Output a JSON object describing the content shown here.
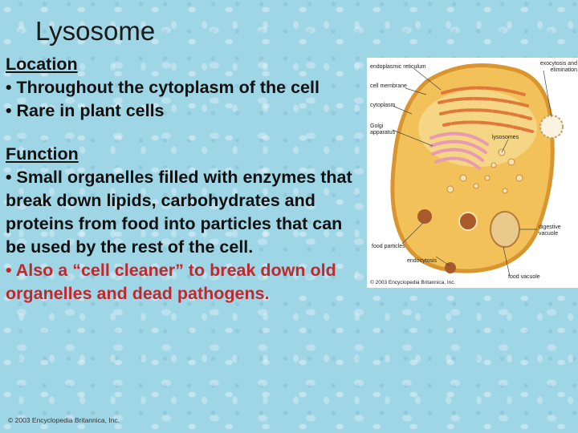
{
  "slide": {
    "title": "Lysosome",
    "location_heading": "Location",
    "location_items": [
      "• Throughout the cytoplasm of the cell",
      "• Rare in plant cells"
    ],
    "function_heading": "Function",
    "function_item": "• Small organelles filled with enzymes that break down lipids, carbohydrates and proteins from food into particles that can be used by the rest of the cell.",
    "function_item_red": "• Also a “cell cleaner” to break down old organelles and dead pathogens.",
    "footer": "© 2003 Encyclopedia Britannica, Inc."
  },
  "figure": {
    "labels": {
      "er": "endoplasmic reticulum",
      "membrane": "cell membrane",
      "cytoplasm": "cytoplasm",
      "golgi": "Golgi apparatus",
      "lysosomes": "lysosomes",
      "exocytosis": "exocytosis and elimination",
      "food_particles": "food particles",
      "endocytosis": "endocytosis",
      "digestive": "digestive vacuole",
      "food_vacuole": "food vacuole",
      "copyright": "© 2003 Encyclopedia Britannica, Inc."
    },
    "colors": {
      "cytoplasm": "#f2c15a",
      "membrane": "#d9962f",
      "er": "#e0783a",
      "golgi": "#e79bb0",
      "nucleus": "#f5d88a",
      "vesicle": "#a85a2a"
    }
  }
}
